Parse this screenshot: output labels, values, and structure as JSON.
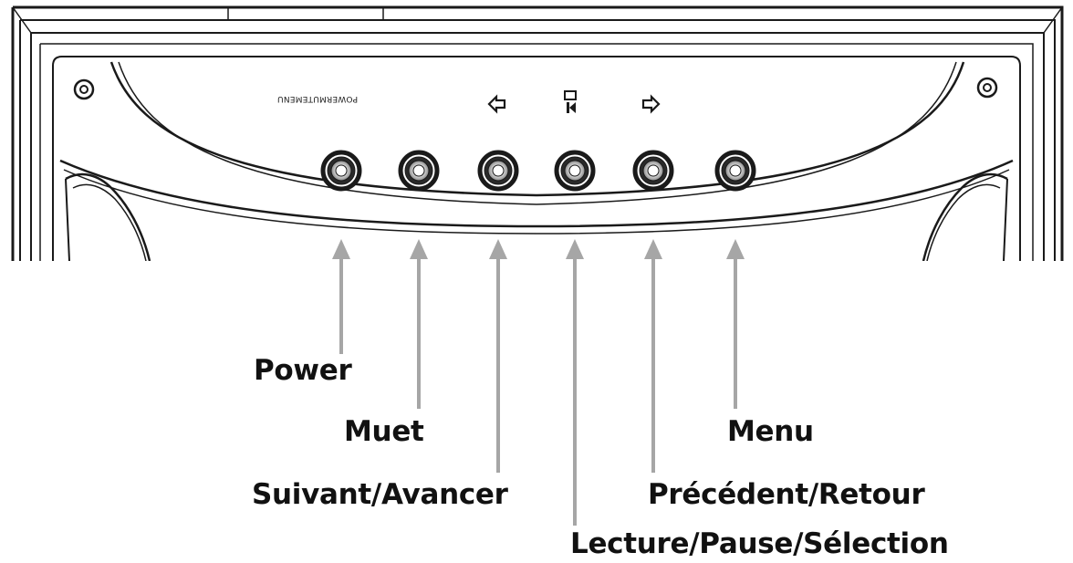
{
  "panel": {
    "imprint": "POWERMUTEMENU"
  },
  "buttons": [
    {
      "id": "power",
      "label": "Power"
    },
    {
      "id": "muet",
      "label": "Muet"
    },
    {
      "id": "suivant",
      "label": "Suivant/Avancer"
    },
    {
      "id": "lecture",
      "label": "Lecture/Pause/Sélection"
    },
    {
      "id": "precedent",
      "label": "Précédent/Retour"
    },
    {
      "id": "menu",
      "label": "Menu"
    }
  ],
  "icons": {
    "above_button_3": "arrow-left-icon",
    "above_button_4": "play-pause-icon",
    "above_button_5": "arrow-right-icon"
  },
  "colors": {
    "outline": "#1a1a1a",
    "arrow": "#a6a6a6",
    "label": "#111111"
  }
}
